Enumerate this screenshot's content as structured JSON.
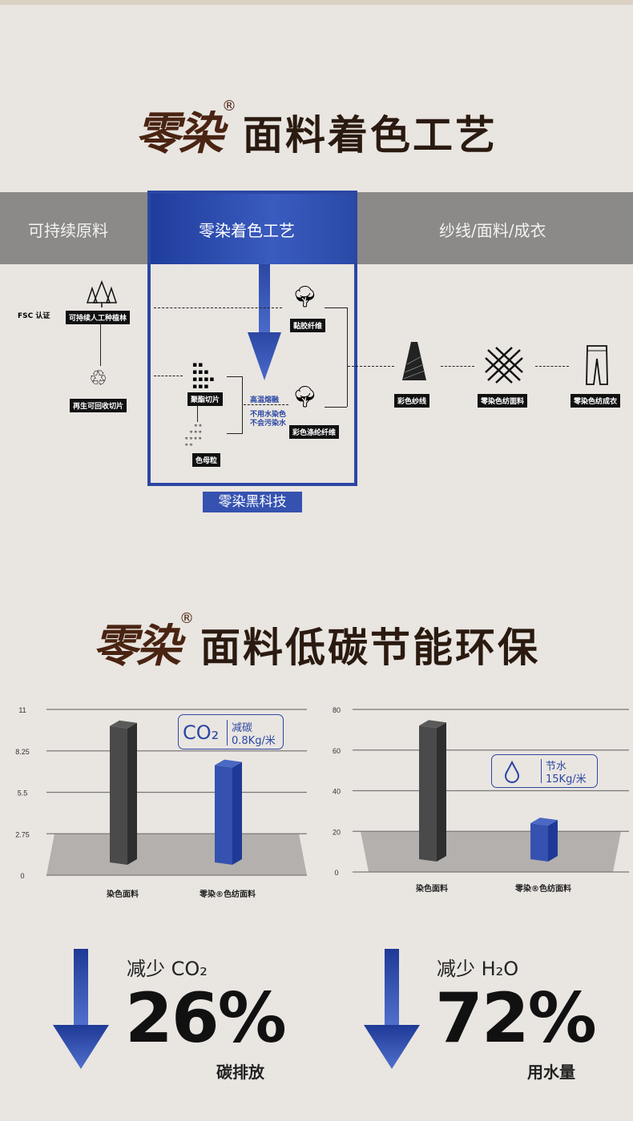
{
  "section1": {
    "brand": "零染",
    "reg": "®",
    "title": "面料着色工艺"
  },
  "band": {
    "left": "可持续原料",
    "center": "零染着色工艺",
    "right": "纱线/面料/成衣"
  },
  "diagram": {
    "fsc": "FSC 认证",
    "forest": "可持续人工种植林",
    "recycle": "再生可回收切片",
    "polyester_chips": "聚酯切片",
    "masterbatch": "色母粒",
    "viscose": "黏胶纤维",
    "color_polyester": "彩色涤纶纤维",
    "melt": "高温熔融",
    "note1": "不用水染色",
    "note2": "不会污染水",
    "yarn": "彩色纱线",
    "fabric": "零染色纺面料",
    "garment": "零染色纺成衣",
    "tech_label": "零染黑科技"
  },
  "section2": {
    "brand": "零染",
    "reg": "®",
    "title": "面料低碳节能环保"
  },
  "chart_data": [
    {
      "type": "bar",
      "categories": [
        "染色面料",
        "零染®色纺面料"
      ],
      "values": [
        9.9,
        7.3
      ],
      "ylim": [
        0,
        11
      ],
      "yticks": [
        "11",
        "8.25",
        "5.5",
        "2.75",
        "0"
      ],
      "tickvals": [
        11,
        8.25,
        5.5,
        2.75,
        0
      ],
      "colors": [
        "#4a4a4a",
        "#3552b0"
      ],
      "badge": {
        "icon": "CO₂",
        "line1": "减碳",
        "line2": "0.8Kg/米"
      }
    },
    {
      "type": "bar",
      "categories": [
        "染色面料",
        "零染®色纺面料"
      ],
      "values": [
        72,
        24
      ],
      "ylim": [
        0,
        80
      ],
      "yticks": [
        "80",
        "60",
        "40",
        "20",
        "0"
      ],
      "tickvals": [
        80,
        60,
        40,
        20,
        0
      ],
      "colors": [
        "#4a4a4a",
        "#3552b0"
      ],
      "badge": {
        "icon": "water-drop",
        "line1": "节水",
        "line2": "15Kg/米"
      }
    }
  ],
  "stats": [
    {
      "label": "减少 CO₂",
      "value": "26%",
      "sub": "碳排放"
    },
    {
      "label": "减少 H₂O",
      "value": "72%",
      "sub": "用水量"
    }
  ]
}
